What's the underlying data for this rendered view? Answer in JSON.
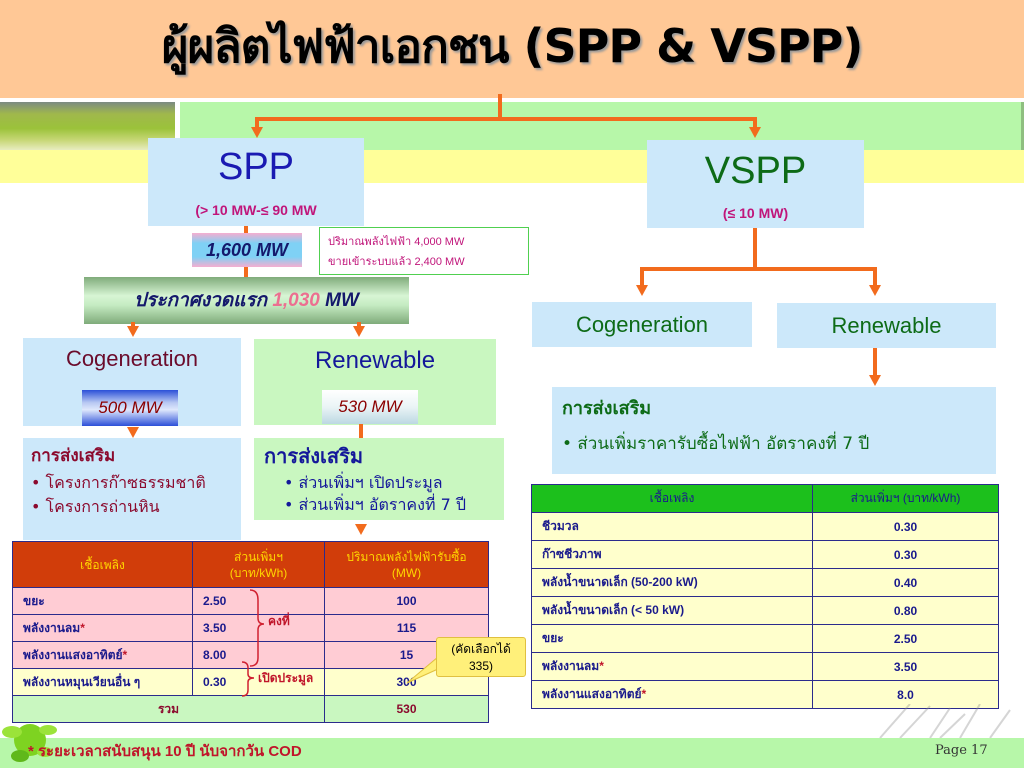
{
  "title": "ผู้ผลิตไฟฟ้าเอกชน (SPP & VSPP)",
  "colors": {
    "title_band": "#ffc896",
    "green_band": "#b7f7a9",
    "yellow_band": "#ffff99",
    "connector": "#f26b1d",
    "box_blue": "#cce8fa",
    "box_green": "#c9f7c0"
  },
  "spp": {
    "title": "SPP",
    "range": "(> 10 MW-≤ 90 MW",
    "capacity": "1,600 MW",
    "info": [
      "ปริมาณพลังไฟฟ้า 4,000 MW",
      "ขายเข้าระบบแล้ว 2,400 MW"
    ],
    "announce": {
      "prefix": "ประกาศงวดแรก",
      "value": "1,030",
      "unit": "MW"
    },
    "cogeneration": {
      "title": "Cogeneration",
      "capacity": "500 MW",
      "promo_heading": "การส่งเสริม",
      "promo_items": [
        "• โครงการก๊าซธรรมชาติ",
        "• โครงการถ่านหิน"
      ]
    },
    "renewable": {
      "title": "Renewable",
      "capacity": "530 MW",
      "promo_heading": "การส่งเสริม",
      "promo_items": [
        "• ส่วนเพิ่มฯ เปิดประมูล",
        "• ส่วนเพิ่มฯ อัตราคงที่ 7 ปี"
      ]
    },
    "table": {
      "headers": [
        "เชื้อเพลิง",
        "ส่วนเพิ่มฯ\n(บาท/kWh)",
        "ปริมาณพลังไฟฟ้ารับซื้อ\n(MW)"
      ],
      "header_lines": [
        [
          "เชื้อเพลิง"
        ],
        [
          "ส่วนเพิ่มฯ",
          "(บาท/kWh)"
        ],
        [
          "ปริมาณพลังไฟฟ้ารับซื้อ",
          "(MW)"
        ]
      ],
      "rows": [
        {
          "fuel": "ขยะ",
          "star": "",
          "adder": "2.50",
          "mw": "100"
        },
        {
          "fuel": "พลังงานลม",
          "star": "*",
          "adder": "3.50",
          "mw": "115"
        },
        {
          "fuel": "พลังงานแสงอาทิตย์",
          "star": "*",
          "adder": "8.00",
          "mw": "15"
        },
        {
          "fuel": "พลังงานหมุนเวียนอื่น ๆ",
          "star": "",
          "adder": "0.30",
          "mw": "300"
        }
      ],
      "total_label": "รวม",
      "total_value": "530",
      "brace_fixed": "คงที่",
      "brace_open": "เปิดประมูล",
      "callout": [
        "(คัดเลือกได้",
        "335)"
      ]
    }
  },
  "vspp": {
    "title": "VSPP",
    "range": "(≤ 10 MW)",
    "cogeneration": {
      "title": "Cogeneration"
    },
    "renewable": {
      "title": "Renewable",
      "promo_heading": "การส่งเสริม",
      "promo_items": [
        "• ส่วนเพิ่มราคารับซื้อไฟฟ้า อัตราคงที่ 7 ปี"
      ]
    },
    "table": {
      "headers": [
        "เชื้อเพลิง",
        "ส่วนเพิ่มฯ (บาท/kWh)"
      ],
      "rows": [
        {
          "fuel": "ชีวมวล",
          "star": "",
          "adder": "0.30"
        },
        {
          "fuel": "ก๊าซชีวภาพ",
          "star": "",
          "adder": "0.30"
        },
        {
          "fuel": "พลังน้ำขนาดเล็ก (50-200 kW)",
          "star": "",
          "adder": "0.40"
        },
        {
          "fuel": "พลังน้ำขนาดเล็ก (< 50 kW)",
          "star": "",
          "adder": "0.80"
        },
        {
          "fuel": "ขยะ",
          "star": "",
          "adder": "2.50"
        },
        {
          "fuel": "พลังงานลม",
          "star": "*",
          "adder": "3.50"
        },
        {
          "fuel": "พลังงานแสงอาทิตย์",
          "star": "*",
          "adder": "8.0"
        }
      ]
    }
  },
  "footer": {
    "footnote": "* ระยะเวลาสนับสนุน 10 ปี นับจากวัน COD",
    "page": "Page  17"
  }
}
